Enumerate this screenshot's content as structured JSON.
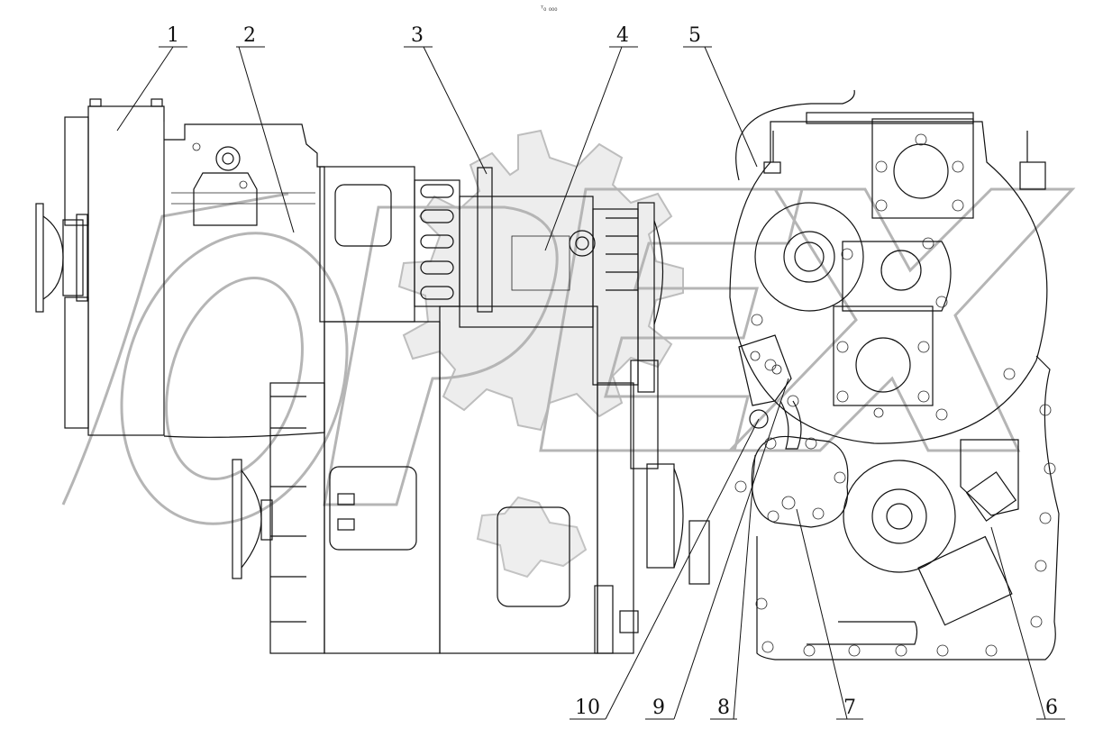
{
  "header_mark": "ᵀ₀ ₀₀₀",
  "watermark_text": "OPEX",
  "callouts": [
    {
      "id": "1",
      "label": "1"
    },
    {
      "id": "2",
      "label": "2"
    },
    {
      "id": "3",
      "label": "3"
    },
    {
      "id": "4",
      "label": "4"
    },
    {
      "id": "5",
      "label": "5"
    },
    {
      "id": "6",
      "label": "6"
    },
    {
      "id": "7",
      "label": "7"
    },
    {
      "id": "8",
      "label": "8"
    },
    {
      "id": "9",
      "label": "9"
    },
    {
      "id": "10",
      "label": "10"
    }
  ]
}
